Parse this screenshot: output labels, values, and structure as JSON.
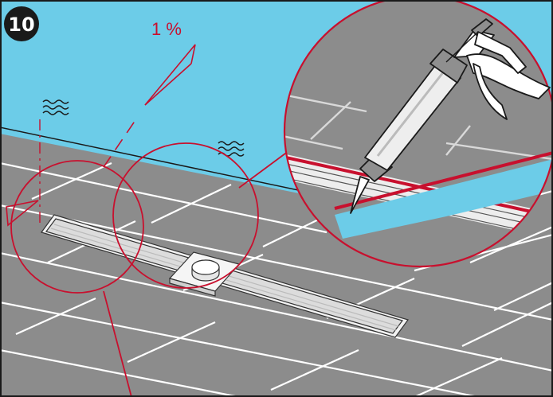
{
  "step": {
    "number": "10"
  },
  "slope": {
    "label": "1 %"
  },
  "colors": {
    "wall": "#6ccce8",
    "floor": "#8c8c8c",
    "grout": "#ffffff",
    "accent": "#c8102e",
    "badge": "#1a1a1a",
    "sealant": "#c8102e"
  },
  "icons": {
    "step_badge": "circle-number",
    "moisture": "wavy-lines-icon",
    "tool": "caulking-gun-icon"
  }
}
